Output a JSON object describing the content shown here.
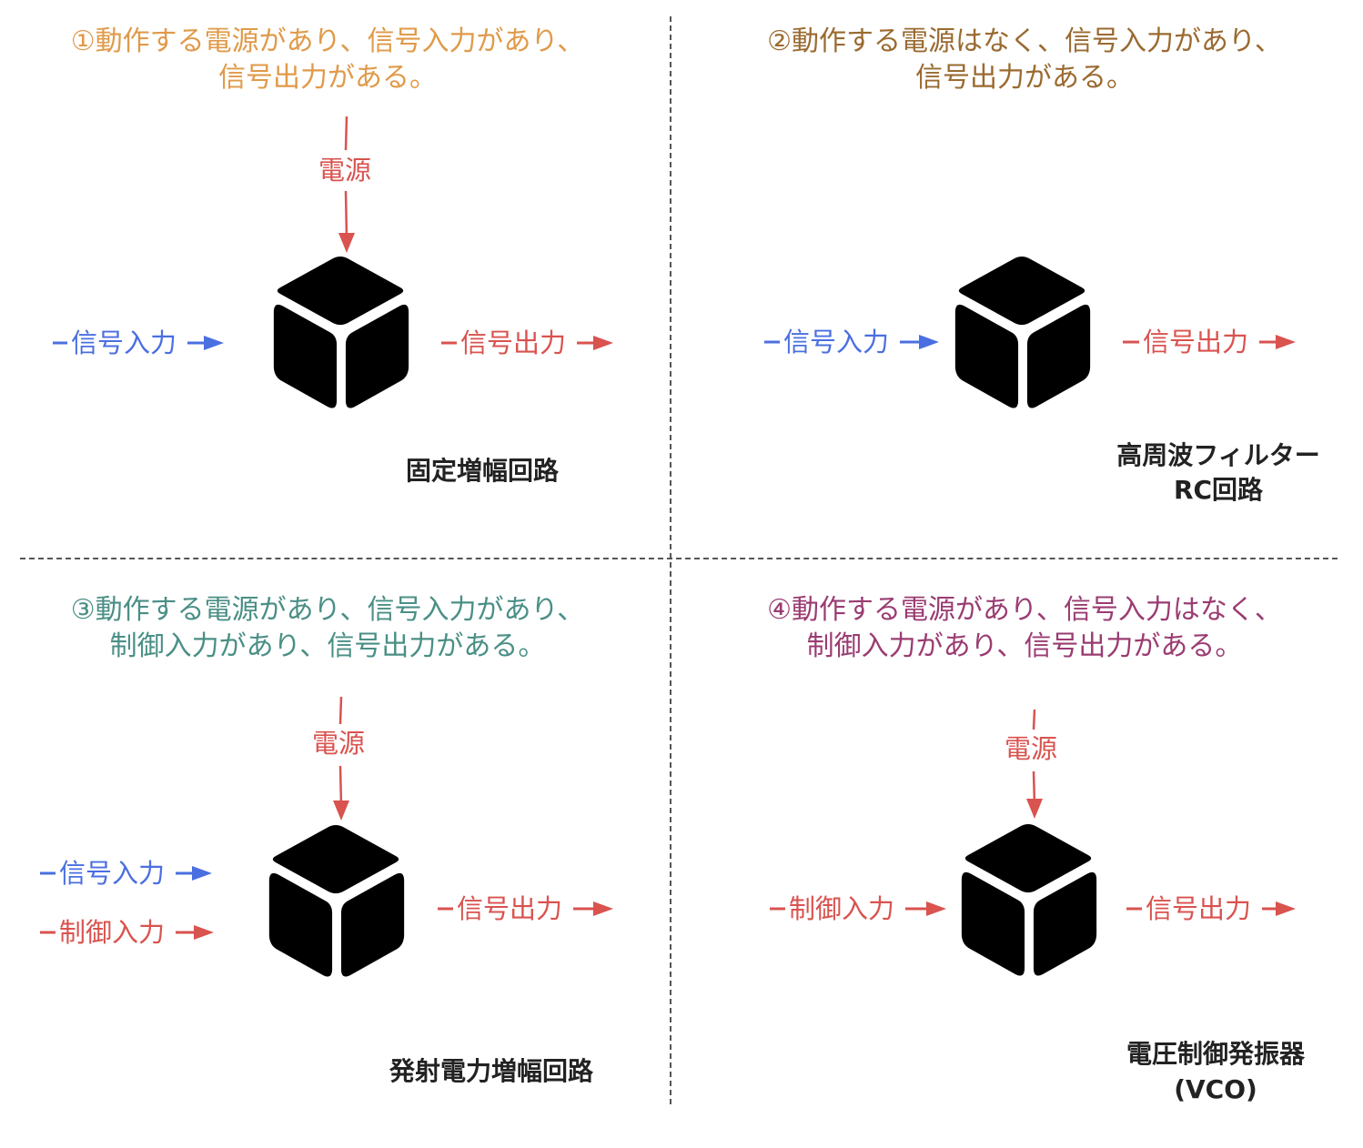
{
  "quadrants": [
    {
      "title": "①動作する電源があり、信号入力があり、\n信号出力がある。",
      "power_label": "電源",
      "signal_input_label": "信号入力",
      "signal_output_label": "信号出力",
      "caption": "固定増幅回路",
      "title_color": "#e09a4a"
    },
    {
      "title": "②動作する電源はなく、信号入力があり、\n信号出力がある。",
      "signal_input_label": "信号入力",
      "signal_output_label": "信号出力",
      "caption_line1": "高周波フィルター",
      "caption_line2": "RC回路",
      "title_color": "#9a6a30"
    },
    {
      "title": "③動作する電源があり、信号入力があり、\n制御入力があり、信号出力がある。",
      "power_label": "電源",
      "signal_input_label": "信号入力",
      "control_input_label": "制御入力",
      "signal_output_label": "信号出力",
      "caption": "発射電力増幅回路",
      "title_color": "#4a8f86"
    },
    {
      "title": "④動作する電源があり、信号入力はなく、\n制御入力があり、信号出力がある。",
      "power_label": "電源",
      "control_input_label": "制御入力",
      "signal_output_label": "信号出力",
      "caption_line1": "電圧制御発振器",
      "caption_line2": "(VCO)",
      "title_color": "#9a3c72"
    }
  ],
  "colors": {
    "power_and_output": "#d9534f",
    "signal_input": "#4a6fe0",
    "divider": "#555555",
    "icon": "#000000"
  },
  "icon": "cube-icon"
}
